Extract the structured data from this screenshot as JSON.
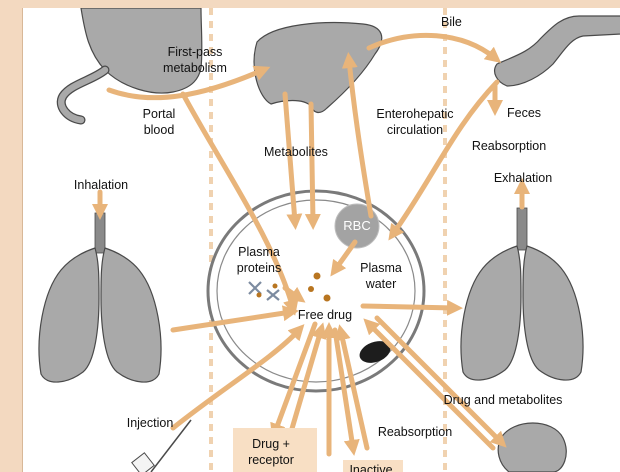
{
  "colors": {
    "background": "#f3d9c0",
    "panel": "#ffffff",
    "arrow": "#e8b47a",
    "organ": "#a9a9a9",
    "organ_stroke": "#4a4a4a",
    "divider": "#f0d2b0",
    "drug_dot": "#b87520"
  },
  "labels": {
    "first_pass": [
      "First-pass",
      "metabolism"
    ],
    "portal": [
      "Portal",
      "blood"
    ],
    "bile": "Bile",
    "feces": "Feces",
    "enterohepatic": [
      "Enterohepatic",
      "circulation"
    ],
    "reabsorption_top": "Reabsorption",
    "metabolites": "Metabolites",
    "inhalation": "Inhalation",
    "exhalation": "Exhalation",
    "rbc": "RBC",
    "plasma_proteins": [
      "Plasma",
      "proteins"
    ],
    "plasma_water": [
      "Plasma",
      "water"
    ],
    "free_drug": "Free drug",
    "drug_and_metabolites": "Drug and metabolites",
    "injection": "Injection",
    "reabsorption_bottom": "Reabsorption",
    "drug_receptor": [
      "Drug +",
      "receptor"
    ],
    "inactive": "Inactive"
  },
  "icons": [
    "stomach-icon",
    "liver-icon",
    "intestine-icon",
    "lungs-icon",
    "kidney-icon",
    "syringe-icon",
    "blood-vessel-icon",
    "rbc-icon"
  ]
}
